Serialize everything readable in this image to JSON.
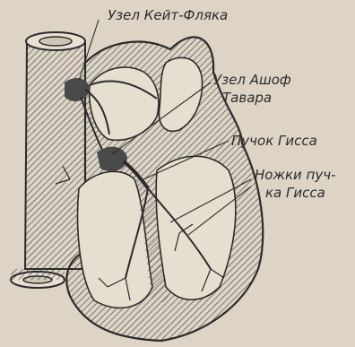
{
  "labels": {
    "keith_flack_node": "Узел Кейт-Фляка",
    "aschoff_tawara_node_line1": "Узел Ашоф",
    "aschoff_tawara_node_line2": "Тавара",
    "bundle_of_his": "Пучок Гисса",
    "bundle_branches_line1": "Ножки пуч-",
    "bundle_branches_line2": "ка Гисса"
  },
  "colors": {
    "paper": "#ddd4c6",
    "ink": "#2b2b2b",
    "node_fill": "#4a4a4a"
  }
}
